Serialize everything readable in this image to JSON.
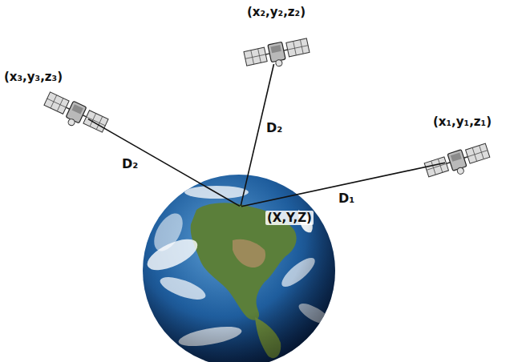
{
  "diagram": {
    "nodes": [
      {
        "text": [
          "(x₃,y₃,z₃)"
        ]
      },
      {
        "text": [
          "(x₂,y₂,z₂)"
        ]
      },
      {
        "text": [
          "(x₁,y₁,z₁)"
        ]
      },
      {
        "text": [
          "(X,Y,Z)"
        ]
      }
    ],
    "edges": [
      {
        "from": 3,
        "to": 0,
        "label": "D₂",
        "arrow": "none"
      },
      {
        "from": 3,
        "to": 1,
        "label": "D₂",
        "arrow": "none"
      },
      {
        "from": 3,
        "to": 2,
        "label": "D₁",
        "arrow": "none"
      }
    ]
  }
}
